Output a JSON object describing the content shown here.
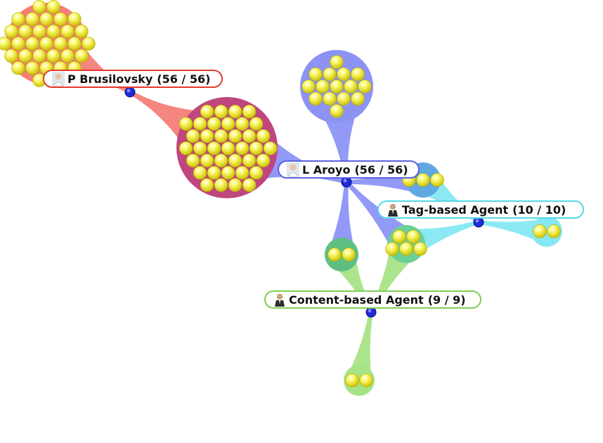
{
  "colors": {
    "brusilovsky_cluster": "#f47e78",
    "brusilovsky_border": "#e23a32",
    "shared_cluster": "#bf467e",
    "aroyo_cluster": "#8c93f5",
    "aroyo_border": "#5a62e0",
    "tag_cluster": "#86e8f2",
    "tag_border": "#55d7e6",
    "content_cluster": "#a6e387",
    "content_border": "#7fcf55",
    "mixed_aroyo_content": "#5fbf82",
    "mixed_aroyo_tag": "#5fa8e2",
    "mixed_tag_content": "#6ccf96",
    "item_fill": "#f4ef1a",
    "hub": "#1f2bd6"
  },
  "nodes": [
    {
      "id": "brusilovsky",
      "name": "P Brusilovsky",
      "count": "(56 / 56)",
      "icon": "person-avatar-icon"
    },
    {
      "id": "aroyo",
      "name": "L Aroyo",
      "count": "(56 / 56)",
      "icon": "person-avatar-icon"
    },
    {
      "id": "tag",
      "name": "Tag-based Agent",
      "count": "(10 / 10)",
      "icon": "agent-avatar-icon"
    },
    {
      "id": "content",
      "name": "Content-based Agent",
      "count": "(9 / 9)",
      "icon": "agent-avatar-icon"
    }
  ],
  "clusters": [
    {
      "id": "brusilovsky-only",
      "owners": [
        "brusilovsky"
      ],
      "items": 37
    },
    {
      "id": "brusilovsky-aroyo",
      "owners": [
        "brusilovsky",
        "aroyo"
      ],
      "items": 38
    },
    {
      "id": "aroyo-only",
      "owners": [
        "aroyo"
      ],
      "items": 15
    },
    {
      "id": "aroyo-tag",
      "owners": [
        "aroyo",
        "tag"
      ],
      "items": 3
    },
    {
      "id": "tag-only",
      "owners": [
        "tag"
      ],
      "items": 2
    },
    {
      "id": "aroyo-tag-content",
      "owners": [
        "aroyo",
        "tag",
        "content"
      ],
      "items": 5
    },
    {
      "id": "aroyo-content",
      "owners": [
        "aroyo",
        "content"
      ],
      "items": 2
    },
    {
      "id": "content-only",
      "owners": [
        "content"
      ],
      "items": 2
    }
  ]
}
